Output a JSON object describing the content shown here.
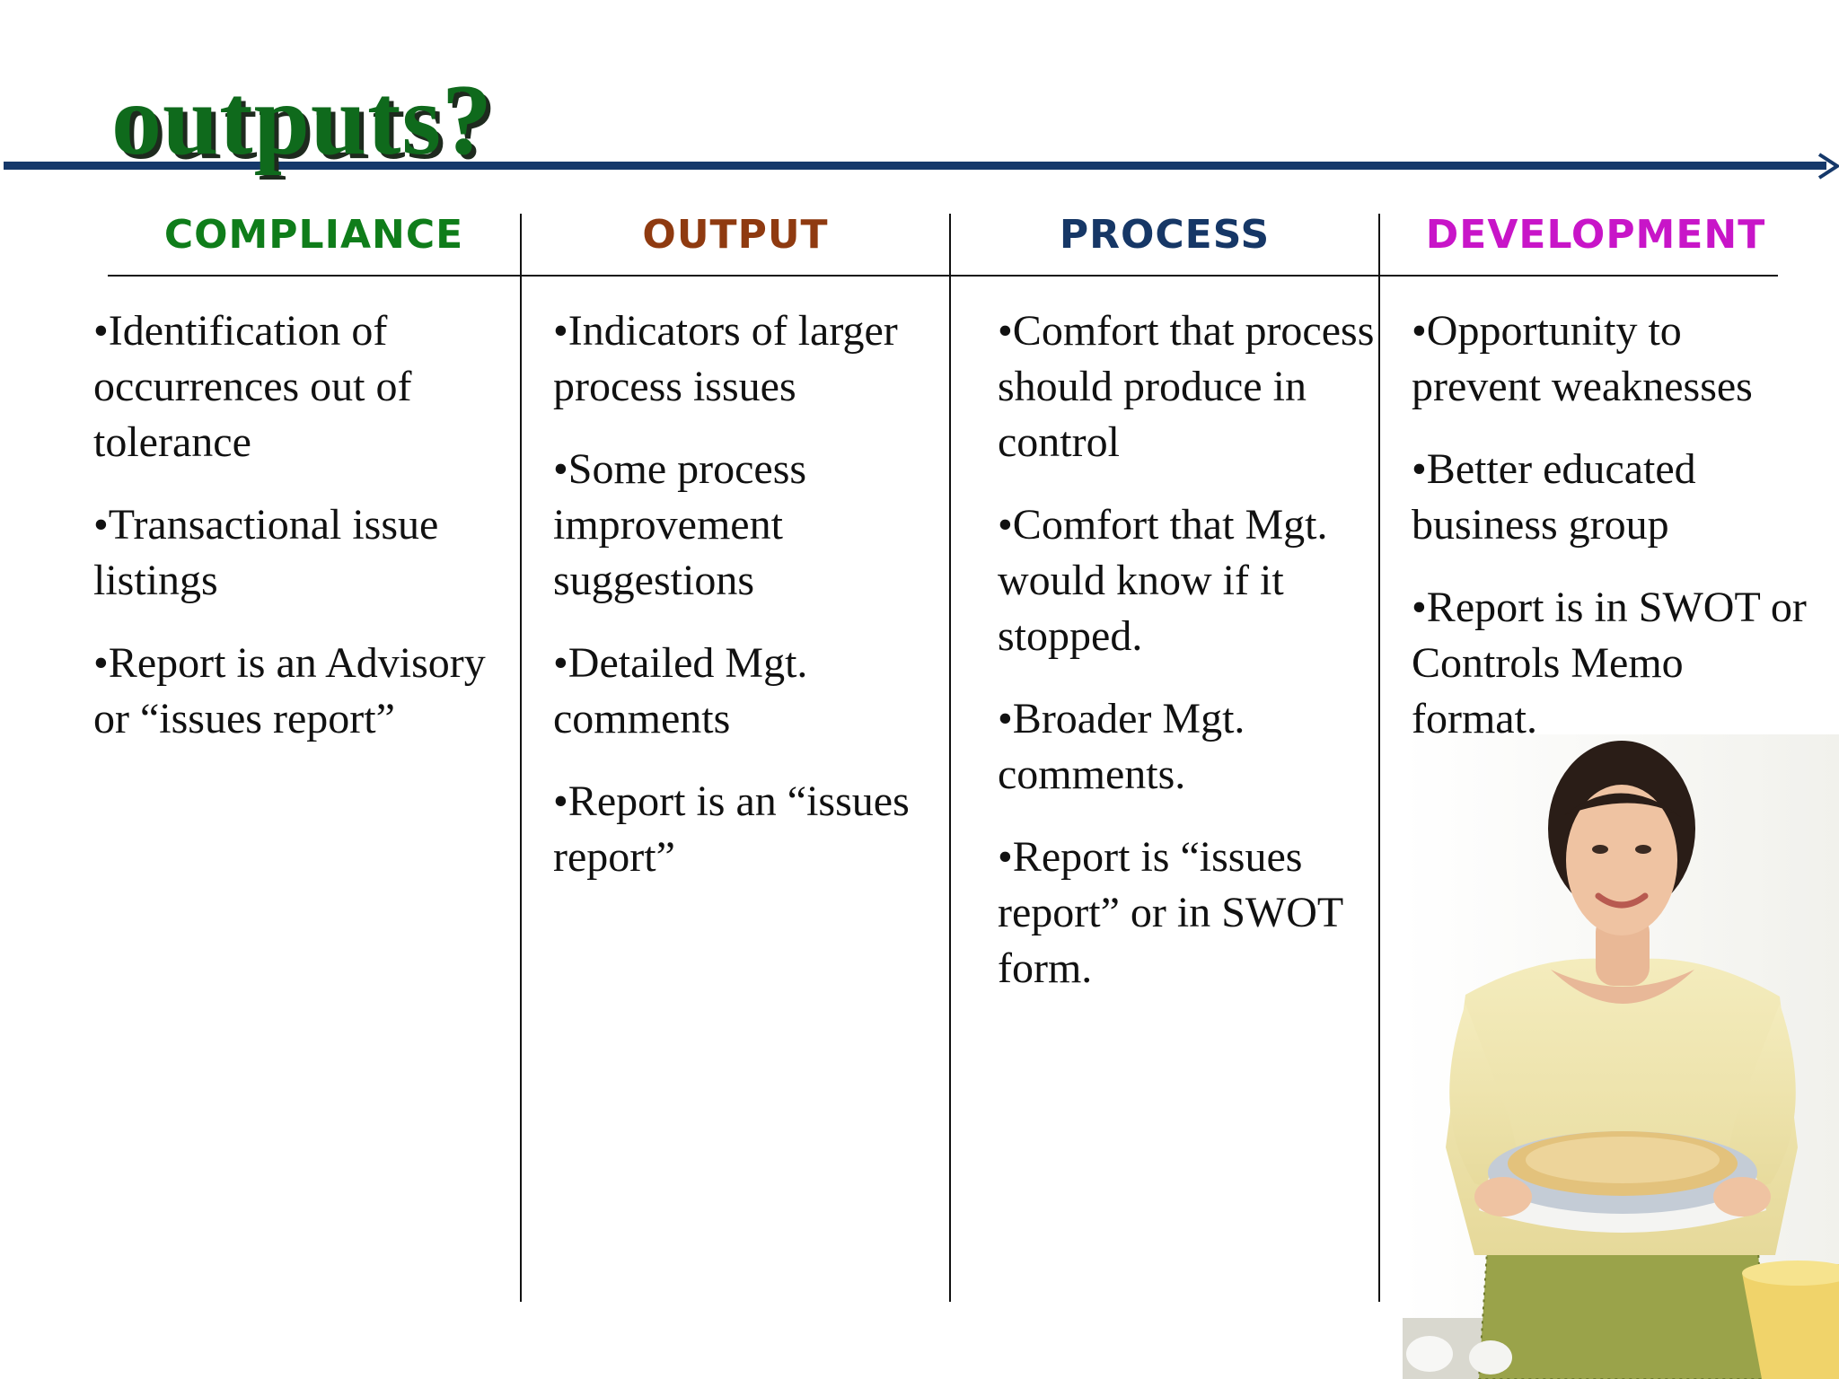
{
  "slide": {
    "title": "outputs?",
    "columns": [
      {
        "header": "COMPLIANCE",
        "color": "#0f7d1a",
        "bullets": [
          "•Identification of occurrences out of tolerance",
          "•Transactional issue listings",
          "•Report is an Advisory or “issues report”"
        ]
      },
      {
        "header": "OUTPUT",
        "color": "#8f3a10",
        "bullets": [
          "•Indicators of larger process issues",
          "•Some process improvement suggestions",
          "•Detailed Mgt. comments",
          "•Report is an “issues report”"
        ]
      },
      {
        "header": "PROCESS",
        "color": "#163766",
        "bullets": [
          "•Comfort that process should produce in control",
          "•Comfort that Mgt. would know if it stopped.",
          "•Broader Mgt. comments.",
          "•Report is “issues report” or in SWOT form."
        ]
      },
      {
        "header": "DEVELOPMENT",
        "color": "#c815c8",
        "bullets": [
          "•Opportunity to prevent weaknesses",
          "•Better educated business group",
          "•Report is in SWOT or Controls Memo format."
        ]
      }
    ],
    "photo_icon": "woman-holding-pie-photo",
    "accent_color": "#15386a"
  }
}
